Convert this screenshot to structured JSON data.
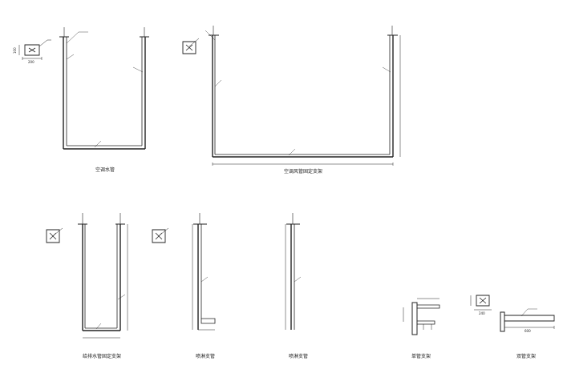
{
  "drawings": {
    "d1": {
      "caption": "空调水管",
      "width_dim": "200",
      "height_dim": "100"
    },
    "d2": {
      "caption": "空调风管固定支架"
    },
    "d3": {
      "caption": "给排水管固定支架"
    },
    "d4": {
      "caption": "喷淋支管"
    },
    "d5": {
      "caption": "喷淋支管"
    },
    "d6": {
      "caption": "单管支架"
    },
    "d7": {
      "caption": "双管支架",
      "width_dim": "240",
      "length_dim": "600"
    }
  },
  "colors": {
    "line": "#222222",
    "frame": "#111111"
  }
}
